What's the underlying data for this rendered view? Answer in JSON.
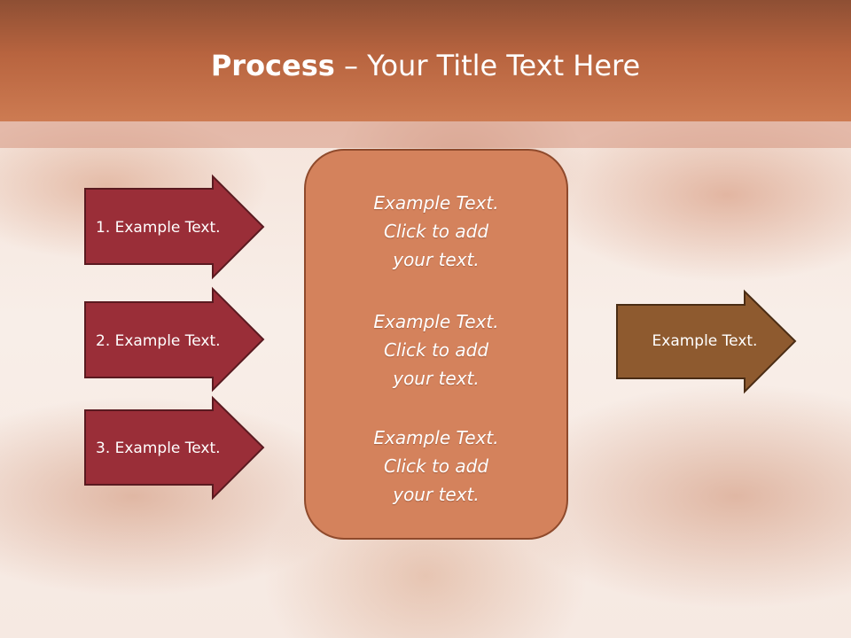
{
  "title": {
    "bold": "Process",
    "separator": " – ",
    "rest": "Your Title Text Here"
  },
  "left_arrows": [
    {
      "label": "1. Example Text."
    },
    {
      "label": "2. Example Text."
    },
    {
      "label": "3. Example Text."
    }
  ],
  "center_box": {
    "texts": [
      "Example Text.\nClick  to add\nyour text.",
      "Example Text.\nClick  to add\nyour text.",
      "Example Text.\nClick  to add\nyour text."
    ]
  },
  "right_arrow": {
    "label": "Example Text."
  },
  "colors": {
    "header": "#c0683f",
    "left_arrow_fill": "#9a2e38",
    "center_box_fill": "#d4825c",
    "right_arrow_fill": "#8e5a2f"
  }
}
